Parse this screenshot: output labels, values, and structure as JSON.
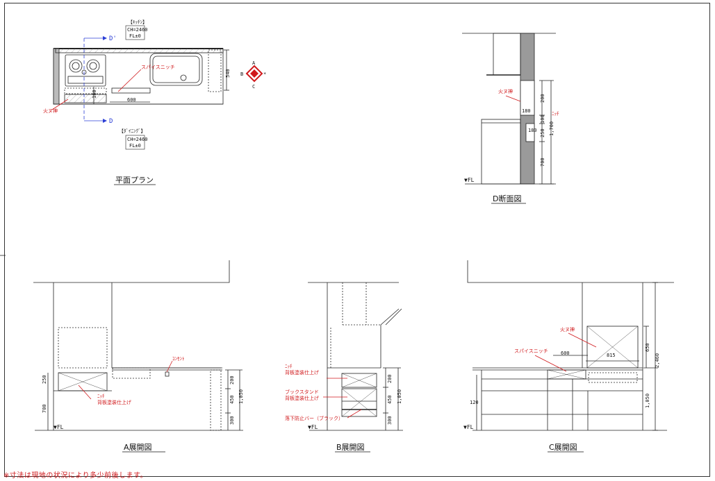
{
  "plan": {
    "kitchen_label": "【ｷｯﾁﾝ】",
    "kitchen_ch": "CH=2460",
    "kitchen_fl": "FL±0",
    "dining_label": "【ﾀﾞｲﾆﾝｸﾞ】",
    "dining_ch": "CH=2460",
    "dining_fl": "FL±0",
    "section_mark_top": "D'",
    "section_mark_bottom": "D",
    "spice_niche": "スパイスニッチ",
    "hinukami": "火ヌ神",
    "dim_600": "600",
    "dim_180": "180",
    "dim_540": "540",
    "caption": "平面プラン",
    "compass": {
      "a": "A",
      "b": "B",
      "c": "C",
      "star": "*"
    }
  },
  "section_d": {
    "hinukami": "火ヌ神",
    "niche": "ﾆｯﾁ",
    "dim_200": "200",
    "dim_180a": "180",
    "dim_180b": "180",
    "dim_100": "100",
    "dim_250": "250",
    "dim_1700": "1,700",
    "dim_700": "700",
    "fl": "▼FL",
    "caption": "D断面図"
  },
  "elev_a": {
    "outlet": "ｺﾝｾﾝﾄ",
    "niche": "ﾆｯﾁ",
    "niche_finish": "背板塗装仕上げ",
    "dim_250": "250",
    "dim_700": "700",
    "dim_200": "200",
    "dim_450": "450",
    "dim_300": "300",
    "dim_1050": "1,050",
    "fl": "▼FL",
    "caption": "A展開図"
  },
  "elev_b": {
    "niche": "ﾆｯﾁ",
    "niche_finish": "背板塗装仕上げ",
    "bookstand": "ブックスタンド",
    "bookstand_finish": "背板塗装仕上げ",
    "bar": "落下防止バー（ブラック）",
    "dim_200": "200",
    "dim_450": "450",
    "dim_300": "300",
    "dim_1050": "1,050",
    "fl": "▼FL",
    "caption": "B展開図"
  },
  "elev_c": {
    "hinukami": "火ヌ神",
    "spice_niche": "スパイスニッチ",
    "dim_600": "600",
    "dim_815": "815",
    "dim_650": "650",
    "dim_2460": "2,460",
    "dim_1050": "1,050",
    "dim_120": "120",
    "fl": "▼FL",
    "caption": "C展開図"
  },
  "footnote": "※寸法は現地の状況により多少前後します。",
  "colors": {
    "line": "#222222",
    "red": "#d0181b",
    "blue": "#2c3fd6",
    "wall": "#9a9a9a"
  }
}
